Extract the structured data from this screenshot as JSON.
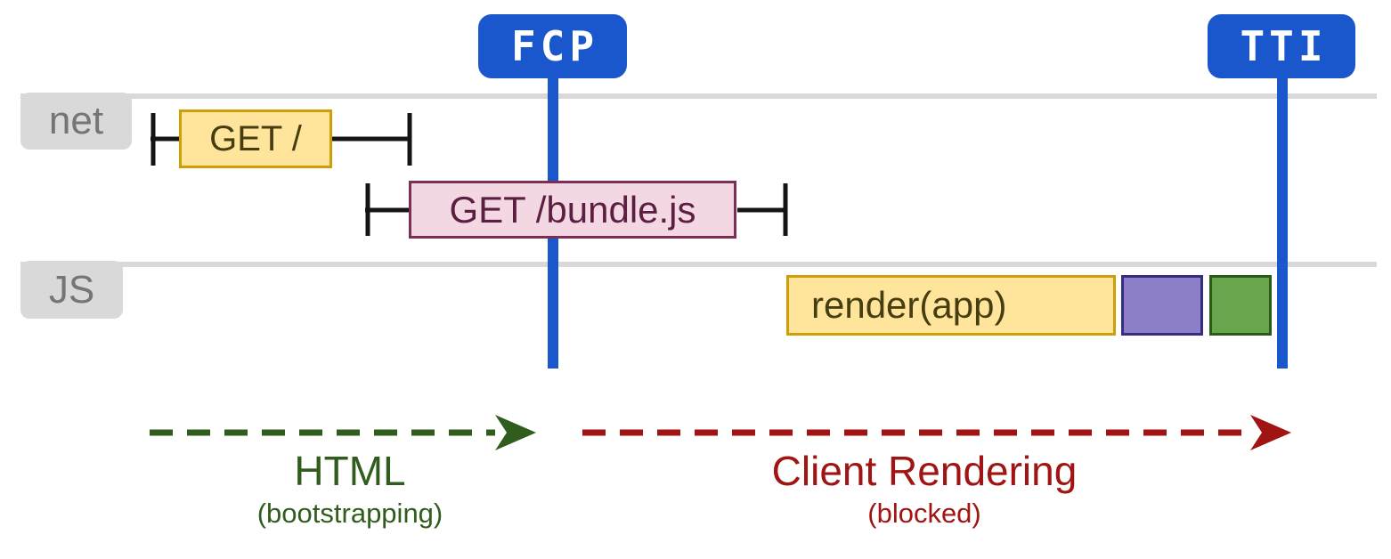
{
  "diagram": {
    "markers": {
      "fcp": {
        "label": "FCP",
        "color": "#1b57cc"
      },
      "tti": {
        "label": "TTI",
        "color": "#1b57cc"
      }
    },
    "lanes": {
      "net": {
        "label": "net"
      },
      "js": {
        "label": "JS"
      }
    },
    "requests": {
      "root": {
        "label": "GET /",
        "fill": "#ffe49b",
        "border": "#cf9f05"
      },
      "bundle": {
        "label": "GET /bundle.js",
        "fill": "#f3d8e4",
        "border": "#7b2e56"
      }
    },
    "tasks": {
      "render": {
        "label": "render(app)",
        "fill": "#ffe49b",
        "border": "#cf9f05"
      },
      "purple": {
        "label": "",
        "fill": "#8c7ec9",
        "border": "#372d80"
      },
      "green": {
        "label": "",
        "fill": "#68a64d",
        "border": "#2a5a18"
      }
    },
    "phases": {
      "html": {
        "title": "HTML",
        "subtitle": "(bootstrapping)",
        "color": "#305c1d"
      },
      "client_rendering": {
        "title": "Client Rendering",
        "subtitle": "(blocked)",
        "color": "#a11414"
      }
    },
    "colors": {
      "lane_line": "#d9d9d9",
      "lane_label_text": "#757575",
      "tick": "#141414",
      "background": "#ffffff"
    }
  }
}
